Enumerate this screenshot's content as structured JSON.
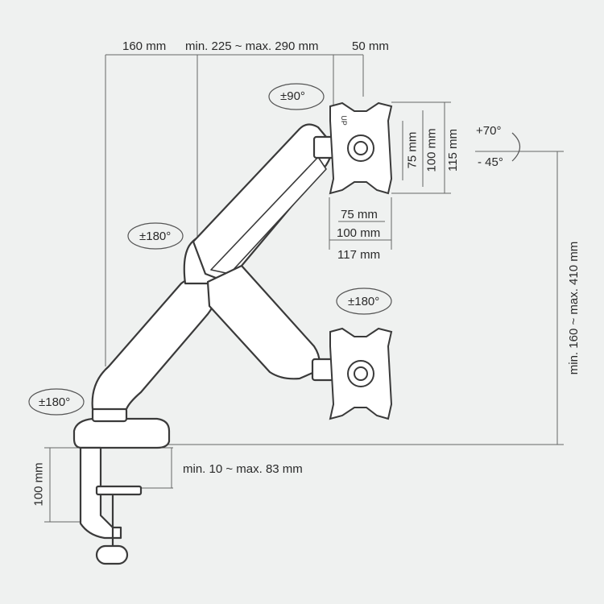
{
  "dims_top": {
    "arm_offset": "160 mm",
    "reach": "min. 225 ~ max. 290 mm",
    "plate_offset": "50 mm"
  },
  "vesa": {
    "w75": "75 mm",
    "w100": "100 mm",
    "w117": "117 mm",
    "h75": "75 mm",
    "h100": "100 mm",
    "h115": "115 mm",
    "up_mark": "UP"
  },
  "rotations": {
    "monitor_rotate": "±90°",
    "tilt_up": "+70°",
    "tilt_down": "- 45°",
    "upper_swivel": "±180°",
    "head_swivel": "±180°",
    "base_swivel": "±180°"
  },
  "height": {
    "range": "min. 160 ~ max. 410 mm"
  },
  "clamp": {
    "height": "100 mm",
    "desk_thickness": "min. 10 ~ max. 83 mm"
  },
  "colors": {
    "line": "#3a3a3a",
    "fill": "#ffffff",
    "dim": "#555555",
    "bg": "#eff1f0"
  }
}
